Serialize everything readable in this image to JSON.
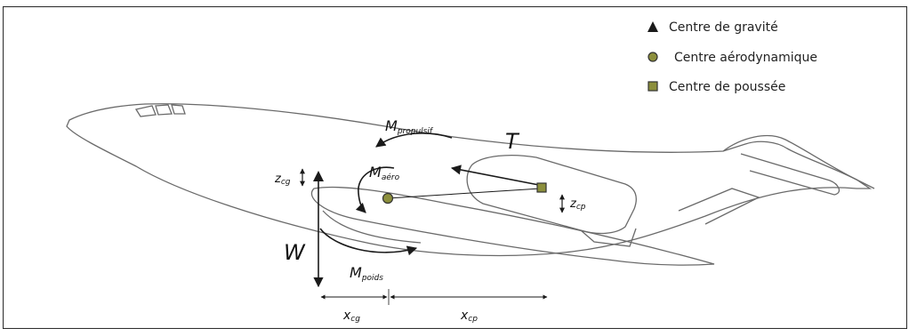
{
  "legend": {
    "cg": "Centre de gravité",
    "ca": "Centre aérodynamique",
    "cp": "Centre de poussée"
  },
  "labels": {
    "T": "T",
    "W": "W",
    "M": "M",
    "propulsif_sub": "propulsif",
    "aero_sub": "aéro",
    "poids_sub": "poids",
    "z": "z",
    "x": "x",
    "cg_sub": "cg",
    "cp_sub": "cp"
  },
  "colors": {
    "ink": "#1a1a1a",
    "marker_fill": "#8c8f3c",
    "outline": "#555555"
  }
}
